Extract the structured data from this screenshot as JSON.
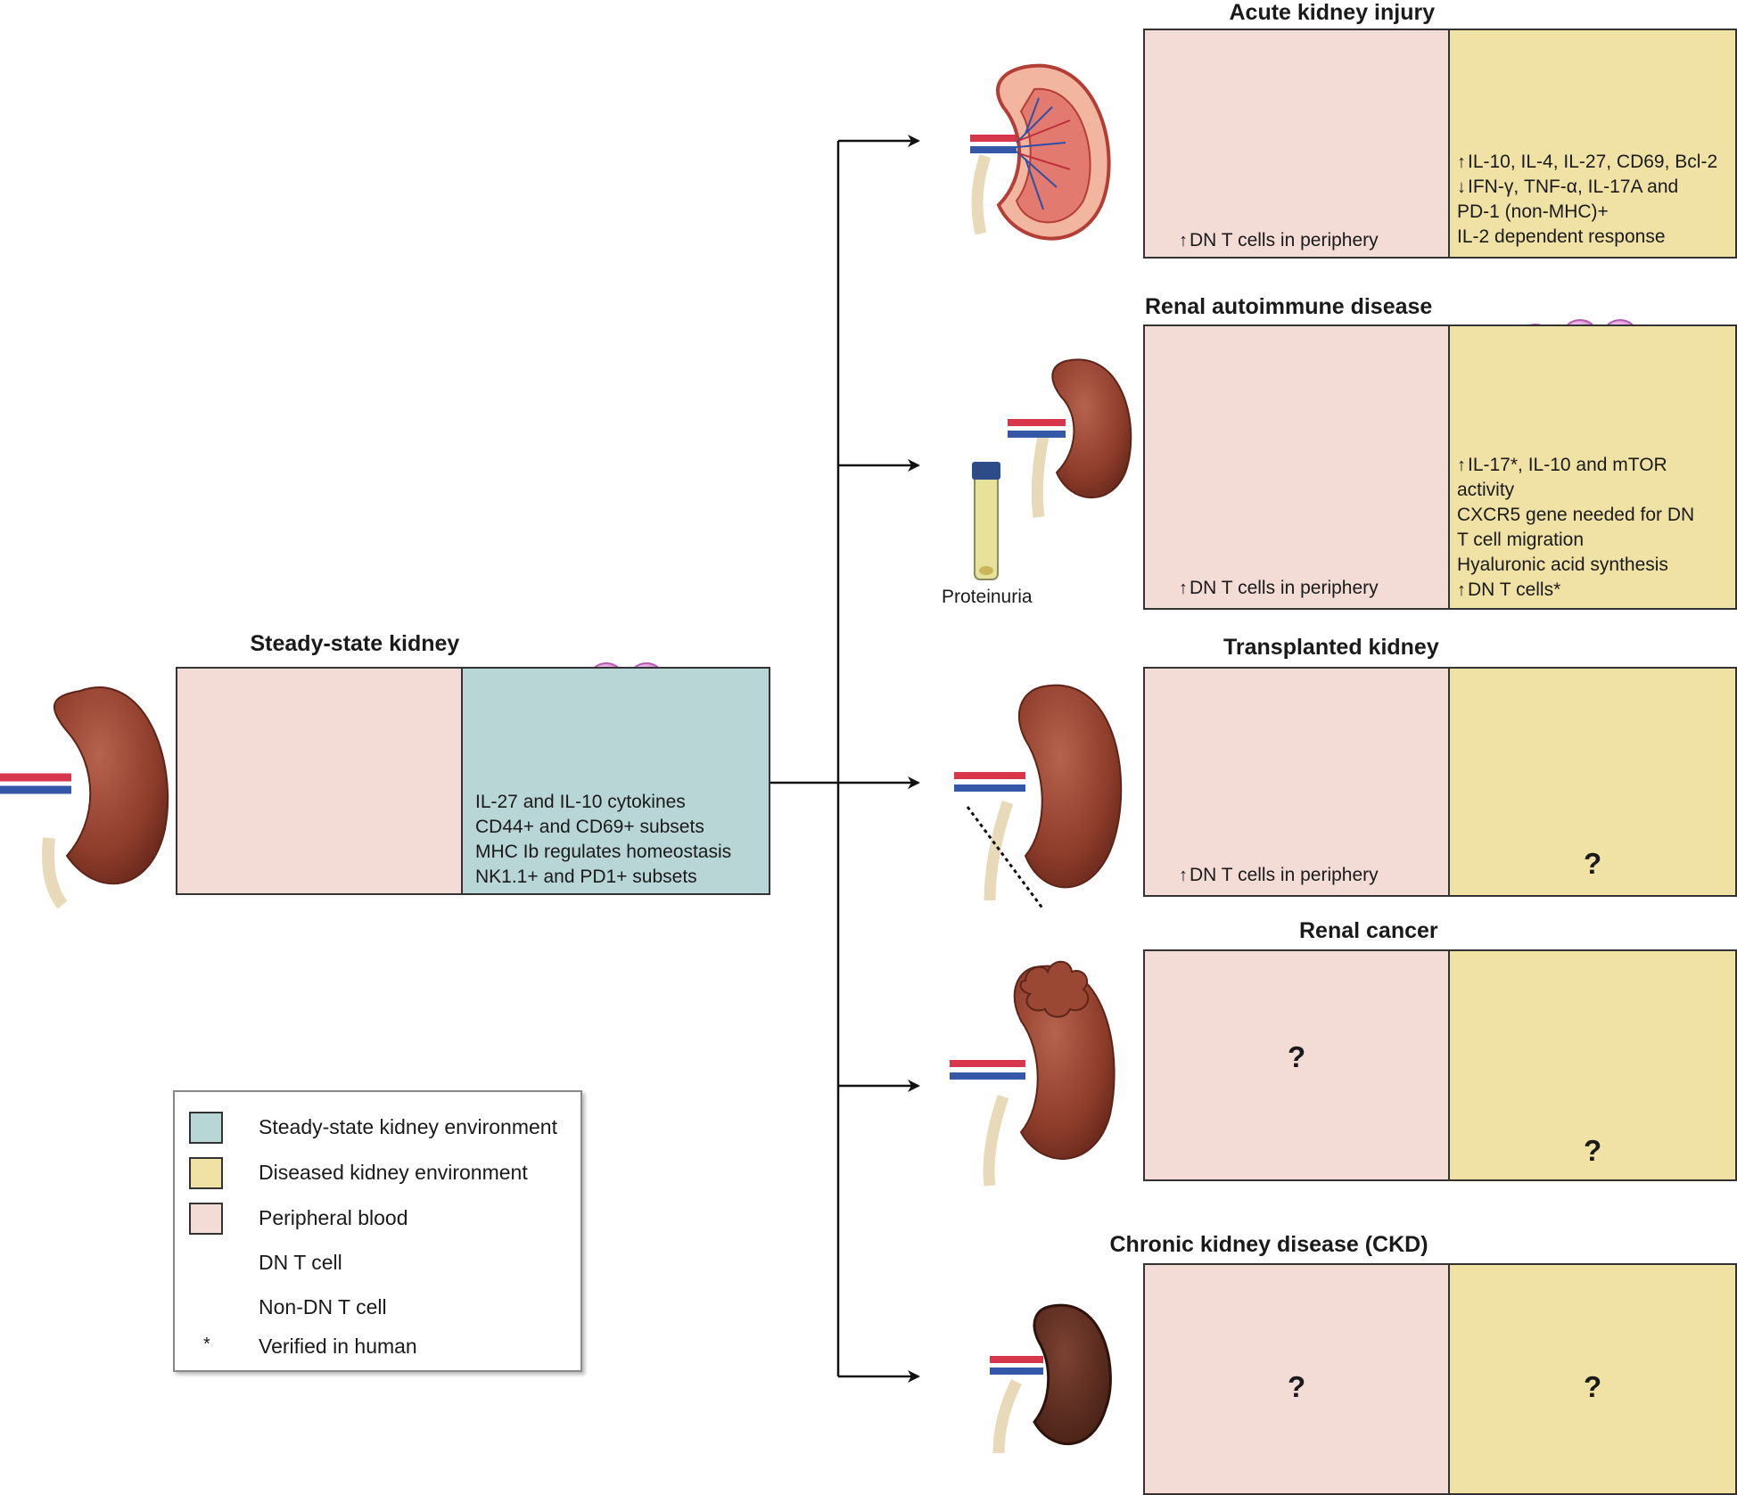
{
  "colors": {
    "steady_env": "#b8d6d6",
    "diseased_env": "#f0e2a5",
    "peripheral_blood": "#f3dcd6",
    "dn_t_cell": "#8fcf7a",
    "non_dn_t_cell": "#e4a6e0"
  },
  "steady": {
    "title": "Steady-state kidney",
    "lines": [
      "IL-27 and IL-10 cytokines",
      "CD44+ and CD69+ subsets",
      "MHC Ib regulates homeostasis",
      "NK1.1+ and PD1+ subsets"
    ]
  },
  "conditions": [
    {
      "title": "Acute kidney injury",
      "periphery": "DN T cells in periphery",
      "periphery_arrow": "↑",
      "env_lines": [
        {
          "arrow": "↑",
          "text": "IL-10, IL-4, IL-27, CD69, Bcl-2"
        },
        {
          "arrow": "↓",
          "text": "IFN-γ, TNF-α, IL-17A and"
        },
        {
          "arrow": "",
          "text": "PD-1 (non-MHC)+"
        },
        {
          "arrow": "",
          "text": "IL-2 dependent response"
        }
      ]
    },
    {
      "title": "Renal autoimmune disease",
      "periphery": "DN T cells in periphery",
      "periphery_arrow": "↑",
      "side_label": "Proteinuria",
      "env_lines": [
        {
          "arrow": "↑",
          "text": "IL-17*, IL-10 and mTOR"
        },
        {
          "arrow": "",
          "text": "activity"
        },
        {
          "arrow": "",
          "text": "CXCR5 gene needed for DN"
        },
        {
          "arrow": "",
          "text": "T cell migration"
        },
        {
          "arrow": "",
          "text": "Hyaluronic acid synthesis"
        },
        {
          "arrow": "↑",
          "text": "DN T cells*"
        }
      ]
    },
    {
      "title": "Transplanted kidney",
      "periphery": "DN T cells in periphery",
      "periphery_arrow": "↑",
      "env_question": "?"
    },
    {
      "title": "Renal cancer",
      "periphery_question": "?",
      "env_question": "?"
    },
    {
      "title": "Chronic kidney disease (CKD)",
      "periphery_question": "?",
      "env_question": "?"
    }
  ],
  "legend": [
    {
      "label": "Steady-state kidney environment",
      "swatch": "#b8d6d6"
    },
    {
      "label": "Diseased kidney environment",
      "swatch": "#f0e2a5"
    },
    {
      "label": "Peripheral blood",
      "swatch": "#f3dcd6"
    },
    {
      "label": "DN T cell",
      "icon": "dn-cell"
    },
    {
      "label": "Non-DN T cell",
      "icon": "non-dn-cell"
    },
    {
      "label": "Verified in human",
      "symbol": "*"
    }
  ]
}
